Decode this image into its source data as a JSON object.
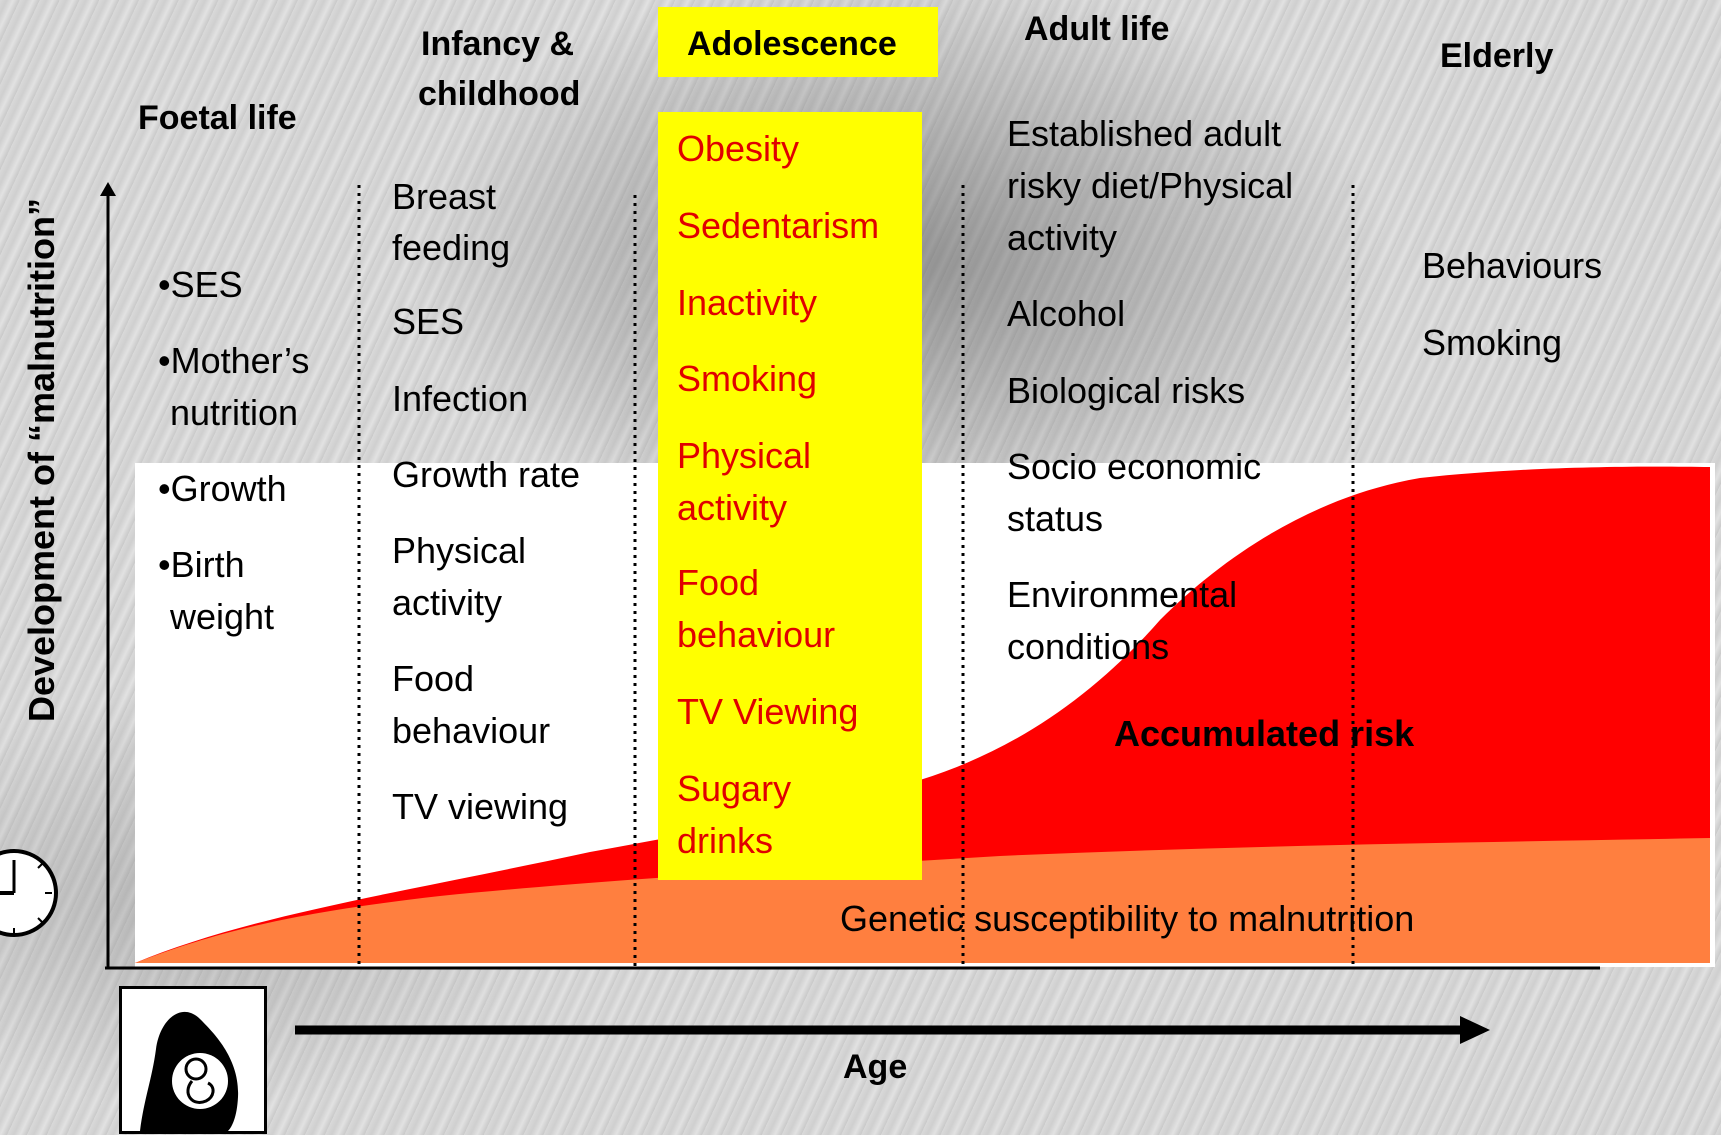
{
  "y_axis_label": "Development of “malnutrition”",
  "x_axis_label": "Age",
  "stages": {
    "foetal": {
      "title": "Foetal life",
      "items": [
        "•SES",
        "•Mother’s",
        "nutrition",
        "•Growth",
        "•Birth",
        "weight"
      ]
    },
    "infancy": {
      "title_line1": "Infancy &",
      "title_line2": "childhood",
      "items": [
        "Breast",
        "feeding",
        "SES",
        "Infection",
        "Growth rate",
        "Physical",
        "activity",
        "Food",
        "behaviour",
        "TV viewing"
      ]
    },
    "adolescence": {
      "title": "Adolescence",
      "items": [
        "Obesity",
        "Sedentarism",
        "Inactivity",
        "Smoking",
        "Physical",
        "activity",
        "Food",
        "behaviour",
        "TV Viewing",
        "Sugary",
        "drinks"
      ]
    },
    "adult": {
      "title": "Adult life",
      "items": [
        "Established adult",
        "risky diet/Physical",
        "activity",
        "Alcohol",
        "Biological risks",
        "Socio economic",
        "status",
        "Environmental",
        "conditions"
      ]
    },
    "elderly": {
      "title": "Elderly",
      "items": [
        "Behaviours",
        "Smoking"
      ]
    }
  },
  "areas": {
    "accumulated": {
      "label": "Accumulated risk",
      "color": "#ff0000"
    },
    "genetic": {
      "label": "Genetic susceptibility to malnutrition",
      "color": "#ff7f3f"
    }
  },
  "highlight_color": "#ffff00",
  "icons": {
    "clock": "clock-icon",
    "pregnancy": "pregnant-woman-icon",
    "arrow": "arrow-right-icon"
  }
}
